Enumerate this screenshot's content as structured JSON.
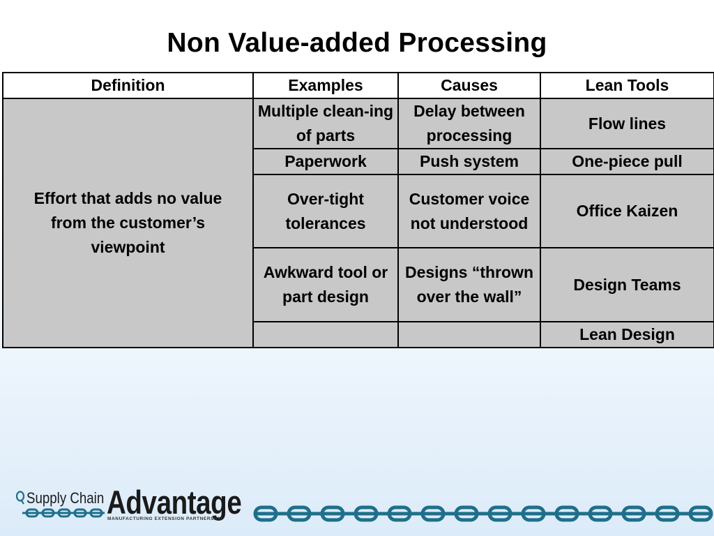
{
  "slide": {
    "title": "Non Value-added Processing"
  },
  "table": {
    "headers": [
      "Definition",
      "Examples",
      "Causes",
      "Lean Tools"
    ],
    "definition": "Effort that adds no value from the customer’s viewpoint",
    "rows": [
      {
        "example": "Multiple clean-ing of parts",
        "cause": "Delay between processing",
        "tool": "Flow lines"
      },
      {
        "example": "Paperwork",
        "cause": "Push system",
        "tool": "One-piece pull"
      },
      {
        "example": "Over-tight tolerances",
        "cause": "Customer voice not understood",
        "tool": "Office Kaizen"
      },
      {
        "example": "Awkward tool or part design",
        "cause": "Designs “thrown over the wall”",
        "tool": "Design Teams"
      },
      {
        "example": "",
        "cause": "",
        "tool": "Lean Design"
      }
    ]
  },
  "logo": {
    "line1": "Supply Chain",
    "line2": "Advantage",
    "tagline": "MANUFACTURING EXTENSION PARTNERSHIP",
    "chain_color": "#1e6f8a"
  }
}
